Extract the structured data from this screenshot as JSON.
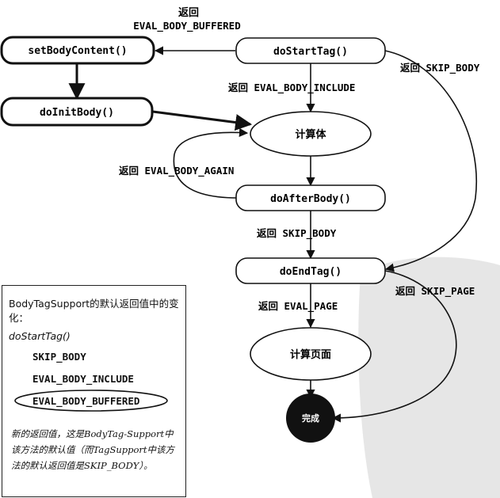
{
  "nodes": {
    "setBodyContent": "setBodyContent()",
    "doInitBody": "doInitBody()",
    "doStartTag": "doStartTag()",
    "evalBody": "计算体",
    "doAfterBody": "doAfterBody()",
    "doEndTag": "doEndTag()",
    "evalPage": "计算页面",
    "done": "完成"
  },
  "labels": {
    "return": "返回",
    "evalBodyBuffered": "EVAL_BODY_BUFFERED",
    "skipBodyTop": "返回 SKIP_BODY",
    "evalBodyInclude": "返回 EVAL_BODY_INCLUDE",
    "evalBodyAgain": "返回 EVAL_BODY_AGAIN",
    "skipBodyMid": "返回 SKIP_BODY",
    "skipPage": "返回 SKIP_PAGE",
    "evalPage": "返回 EVAL_PAGE"
  },
  "note": {
    "title": "BodyTagSupport的默认返回值中的变化：",
    "method": "doStartTag()",
    "items": [
      "SKIP_BODY",
      "EVAL_BODY_INCLUDE",
      "EVAL_BODY_BUFFERED"
    ],
    "handwritten": "新的返回值，这是BodyTag-Support中该方法的默认值（而TagSupport中该方法的默认返回值是SKIP_BODY）。"
  }
}
